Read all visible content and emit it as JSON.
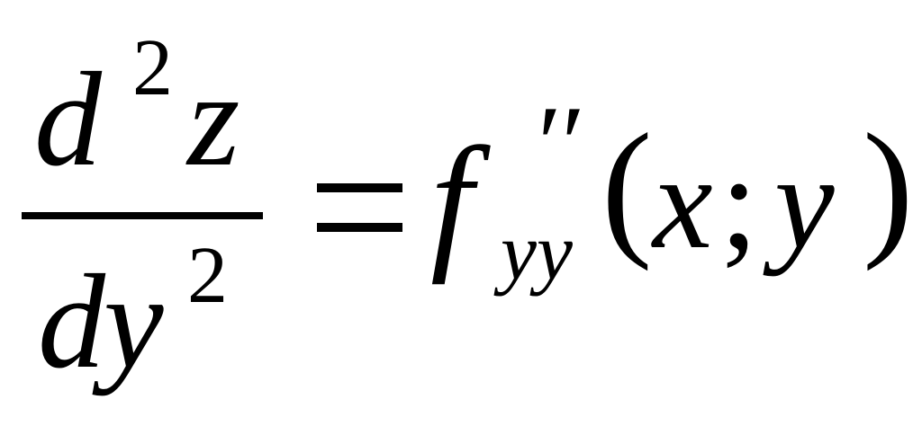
{
  "formula": {
    "numerator": {
      "d": "d",
      "exp": "2",
      "var": "z"
    },
    "denominator": {
      "d": "d",
      "var": "y",
      "exp": "2"
    },
    "equals": "=",
    "function": {
      "name": "f",
      "subscript": "yy",
      "primes": "′′"
    },
    "args": {
      "open": "(",
      "x": "x",
      "sep": ";",
      "y": "y",
      "close": ")"
    }
  }
}
